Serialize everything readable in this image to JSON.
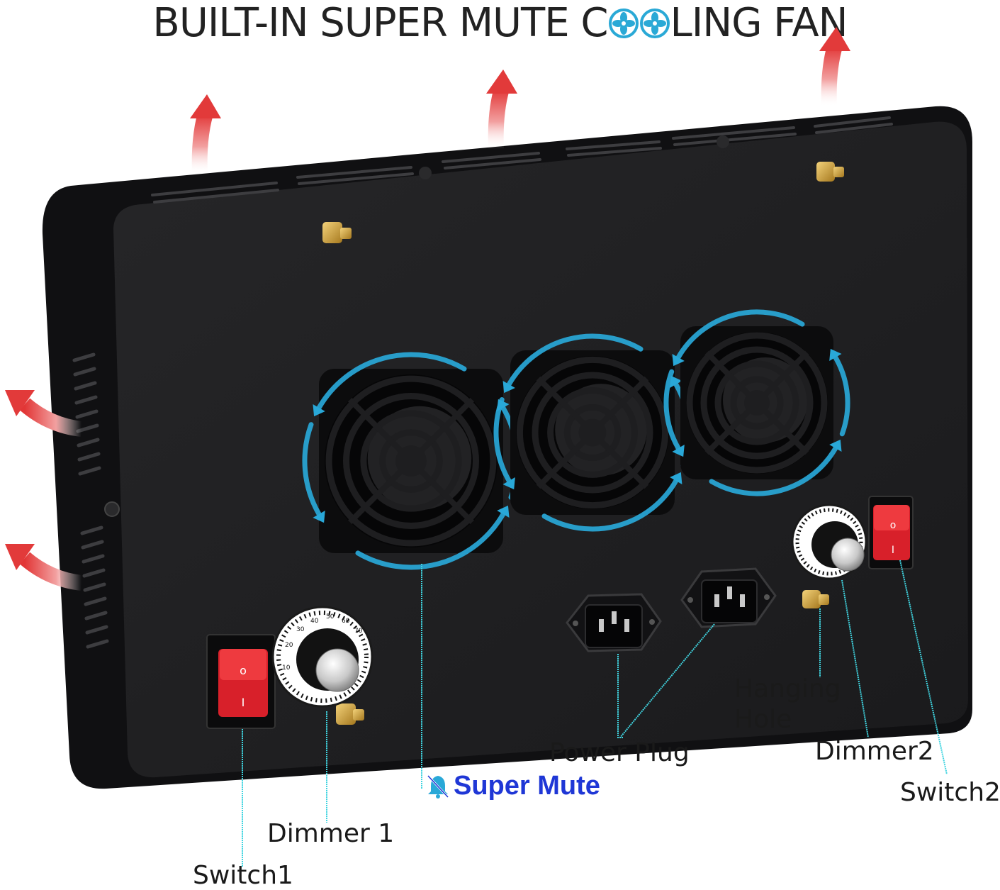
{
  "title": {
    "part1": "BUILT-IN SUPER MUTE C",
    "part2": "LING FAN",
    "fan_icons": [
      "fan-icon",
      "fan-icon"
    ]
  },
  "labels": {
    "switch1": "Switch1",
    "dimmer1": "Dimmer 1",
    "super_mute": "Super Mute",
    "power_plug": "Power Plug",
    "hanging_hole_line1": "Hanging",
    "hanging_hole_line2": "Hole",
    "dimmer2": "Dimmer2",
    "switch2": "Switch2"
  },
  "switch_marks": {
    "on": "o",
    "off": "I"
  },
  "dial_ticks": [
    "40",
    "50",
    "60",
    "70",
    "30",
    "20",
    "10"
  ],
  "colors": {
    "housing": "#1c1c1e",
    "accent_rotation": "#29a8d8",
    "airflow_arrow": "#e63a3a",
    "leader_line": "#40d4e0",
    "super_mute_text": "#1f37d6",
    "switch_red": "#d8202a",
    "brass": "#c9a23a"
  },
  "icons": {
    "mute": "bell-mute-icon",
    "fan": "fan-icon"
  }
}
